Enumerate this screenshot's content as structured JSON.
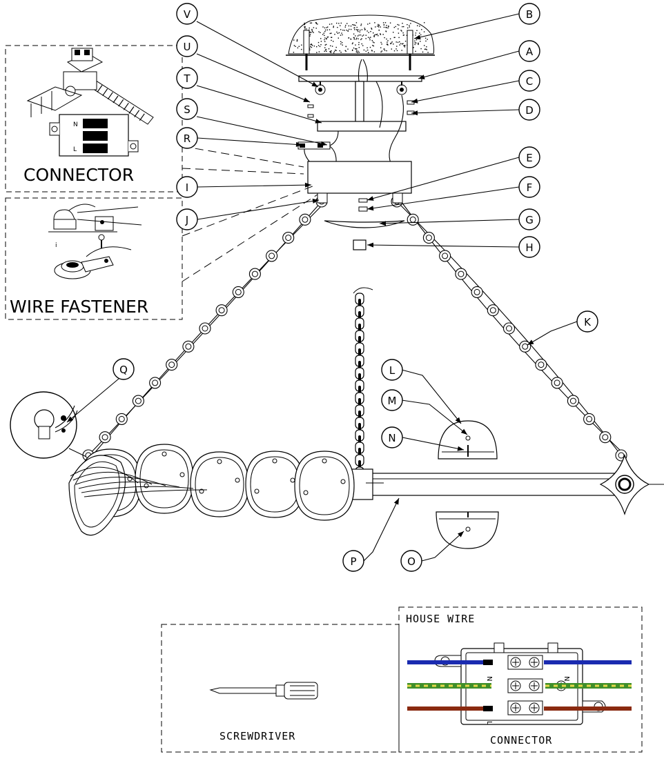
{
  "callouts": [
    {
      "id": "A"
    },
    {
      "id": "B"
    },
    {
      "id": "C"
    },
    {
      "id": "D"
    },
    {
      "id": "E"
    },
    {
      "id": "F"
    },
    {
      "id": "G"
    },
    {
      "id": "H"
    },
    {
      "id": "I"
    },
    {
      "id": "J"
    },
    {
      "id": "K"
    },
    {
      "id": "L"
    },
    {
      "id": "M"
    },
    {
      "id": "N"
    },
    {
      "id": "O"
    },
    {
      "id": "P"
    },
    {
      "id": "Q"
    },
    {
      "id": "R"
    },
    {
      "id": "S"
    },
    {
      "id": "T"
    },
    {
      "id": "U"
    },
    {
      "id": "V"
    }
  ],
  "insets": {
    "connector_title": "CONNECTOR",
    "wire_fastener_title": "WIRE FASTENER",
    "house_wire_title": "HOUSE WIRE",
    "house_wire_connector": "CONNECTOR",
    "screwdriver": "SCREWDRIVER"
  },
  "terminal_marks": {
    "n": "N",
    "l": "L"
  },
  "wire_colors": {
    "neutral": "#1a2bb0",
    "earth_green": "#3f8f2a",
    "earth_yellow": "#e6d84a",
    "live": "#8a2a10"
  }
}
